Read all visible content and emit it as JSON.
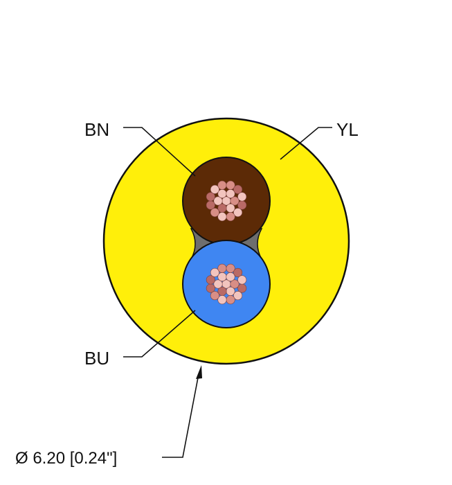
{
  "labels": {
    "brown_conductor": "BN",
    "yellow_jacket": "YL",
    "blue_conductor": "BU",
    "diameter": "Ø 6.20 [0.24\"]"
  },
  "colors": {
    "jacket": "#FFEF0A",
    "brown_insulation": "#5C2A06",
    "blue_insulation": "#3F86F2",
    "filler": "#6E6E6E",
    "copper_light": "#F2C4BE",
    "copper_mid": "#D88E86",
    "copper_dark": "#B96A66",
    "outline": "#111111"
  },
  "diagram": {
    "conductor_count": 2,
    "strands_per_conductor": 19
  }
}
